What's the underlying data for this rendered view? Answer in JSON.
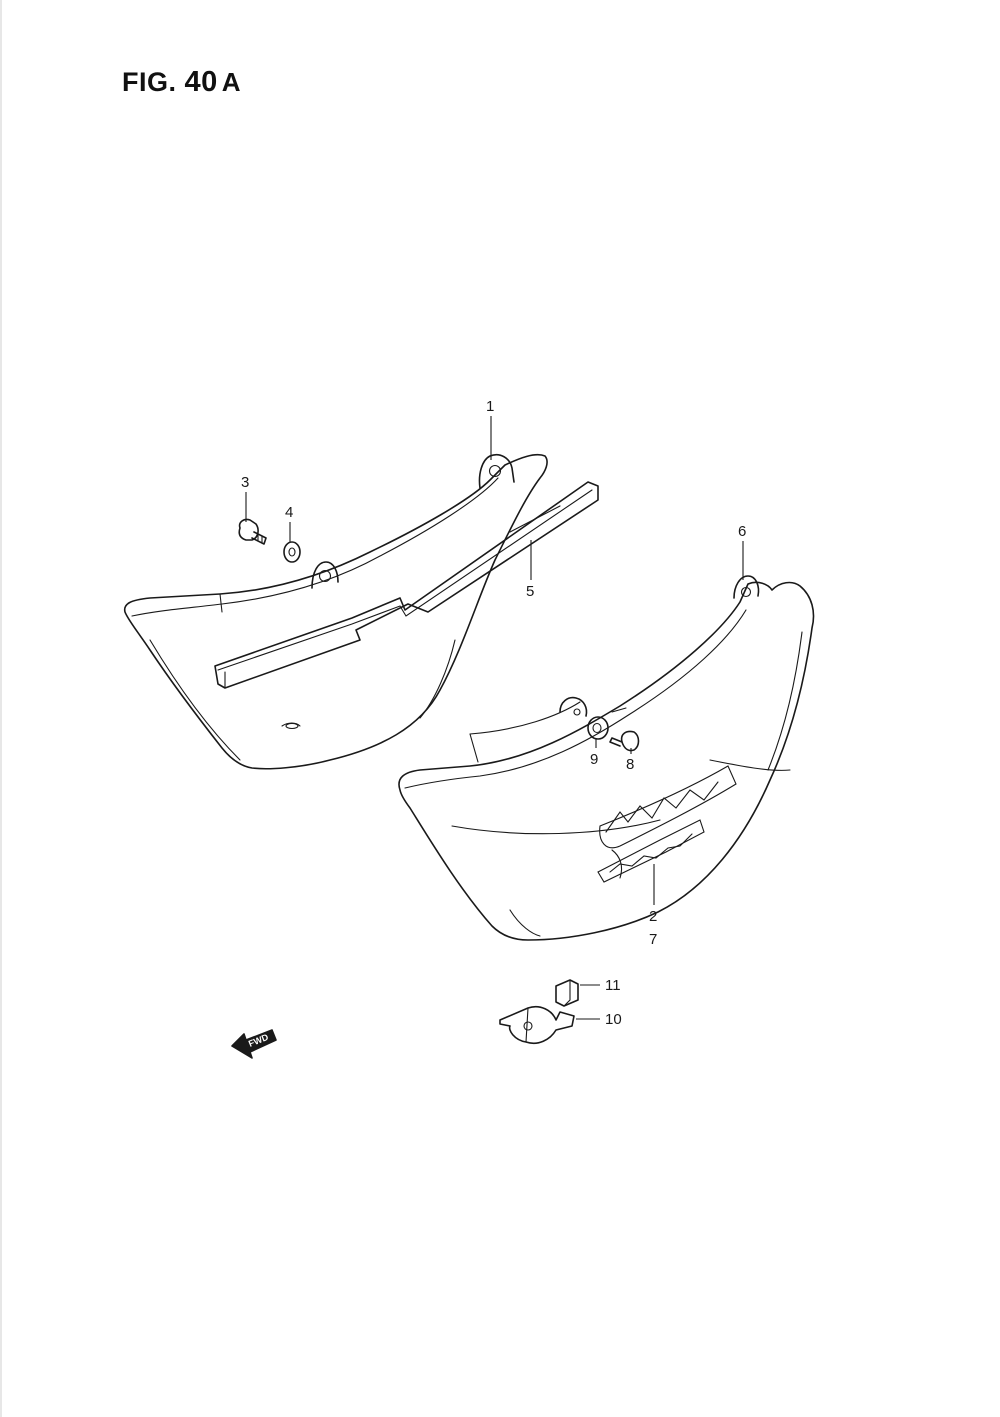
{
  "figure": {
    "prefix": "FIG.",
    "number": "40",
    "suffix": "A"
  },
  "callouts": [
    {
      "id": "1",
      "label": "1"
    },
    {
      "id": "2",
      "label": "2"
    },
    {
      "id": "3",
      "label": "3"
    },
    {
      "id": "4",
      "label": "4"
    },
    {
      "id": "5",
      "label": "5"
    },
    {
      "id": "6",
      "label": "6"
    },
    {
      "id": "7",
      "label": "7"
    },
    {
      "id": "8",
      "label": "8"
    },
    {
      "id": "9",
      "label": "9"
    },
    {
      "id": "10",
      "label": "10"
    },
    {
      "id": "11",
      "label": "11"
    }
  ],
  "direction_marker": {
    "label": "FWD",
    "icon": "fwd-arrow-icon"
  },
  "emblem": {
    "icon": "intruder-emblem-icon"
  },
  "colors": {
    "line": "#1a1a1a",
    "paper": "#ffffff"
  }
}
